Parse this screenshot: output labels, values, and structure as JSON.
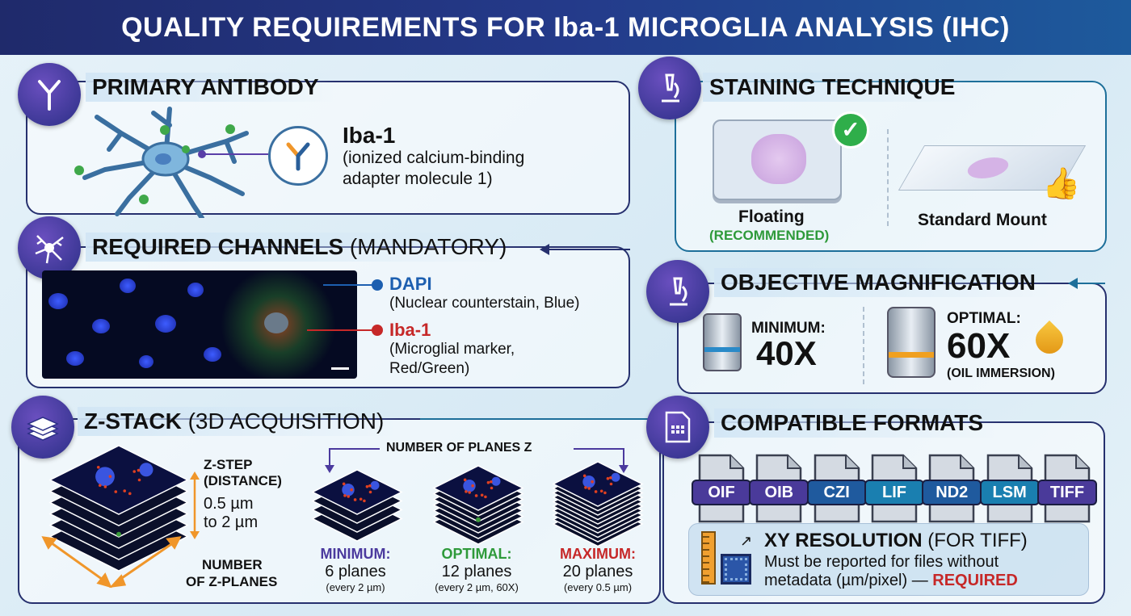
{
  "header": {
    "title": "QUALITY REQUIREMENTS FOR Iba-1 MICROGLIA ANALYSIS (IHC)"
  },
  "colors": {
    "navy": "#26306e",
    "purple": "#4b3a9e",
    "green": "#2e9a3a",
    "red": "#c62828",
    "orange": "#f0962a",
    "blue_label": "#1d5fb0"
  },
  "primary_antibody": {
    "title": "PRIMARY ANTIBODY",
    "icon": "antibody-icon",
    "name": "Iba-1",
    "desc_line1": "(ionized calcium-binding",
    "desc_line2": "adapter molecule 1)"
  },
  "channels": {
    "title_bold": "REQUIRED CHANNELS",
    "title_light": "(MANDATORY)",
    "icon": "microglia-icon",
    "dapi": {
      "label": "DAPI",
      "desc": "(Nuclear counterstain, Blue)"
    },
    "iba": {
      "label": "Iba-1",
      "desc_line1": "(Microglial marker,",
      "desc_line2": "Red/Green)"
    }
  },
  "zstack": {
    "title_bold": "Z-STACK",
    "title_light": "(3D ACQUISITION)",
    "icon": "layers-icon",
    "zstep_line1": "Z-STEP",
    "zstep_line2": "(DISTANCE)",
    "range_line1": "0.5 µm",
    "range_line2": "to 2 µm",
    "num_line1": "NUMBER",
    "num_line2": "OF Z-PLANES",
    "planes_header": "NUMBER OF PLANES Z",
    "levels": [
      {
        "label": "MINIMUM:",
        "planes": "6 planes",
        "note": "(every 2 µm)",
        "color": "#4b3a9e"
      },
      {
        "label": "OPTIMAL:",
        "planes": "12 planes",
        "note": "(every 2 µm, 60X)",
        "color": "#2e9a3a"
      },
      {
        "label": "MAXIMUM:",
        "planes": "20 planes",
        "note": "(every 0.5 µm)",
        "color": "#c62828"
      }
    ]
  },
  "staining": {
    "title": "STAINING TECHNIQUE",
    "icon": "microscope-icon",
    "floating": "Floating",
    "recommended": "(RECOMMENDED)",
    "standard": "Standard Mount"
  },
  "objective": {
    "title": "OBJECTIVE MAGNIFICATION",
    "icon": "microscope-icon",
    "min_label": "MINIMUM:",
    "min_value": "40X",
    "opt_label": "OPTIMAL:",
    "opt_value": "60X",
    "opt_note": "(OIL IMMERSION)"
  },
  "formats": {
    "title": "COMPATIBLE FORMATS",
    "icon": "file-grid-icon",
    "items": [
      {
        "label": "OIF",
        "color": "#4a3a9a"
      },
      {
        "label": "OIB",
        "color": "#4a3a9a"
      },
      {
        "label": "CZI",
        "color": "#1f5a9e"
      },
      {
        "label": "LIF",
        "color": "#1a7fb0"
      },
      {
        "label": "ND2",
        "color": "#1f5a9e"
      },
      {
        "label": "LSM",
        "color": "#1a7fb0"
      },
      {
        "label": "TIFF",
        "color": "#4a3a9a"
      }
    ],
    "xy_bold": "XY RESOLUTION",
    "xy_light": "(FOR TIFF)",
    "xy_line1": "Must be reported for files without",
    "xy_line2": "metadata (µm/pixel) —",
    "xy_required": "REQUIRED"
  }
}
